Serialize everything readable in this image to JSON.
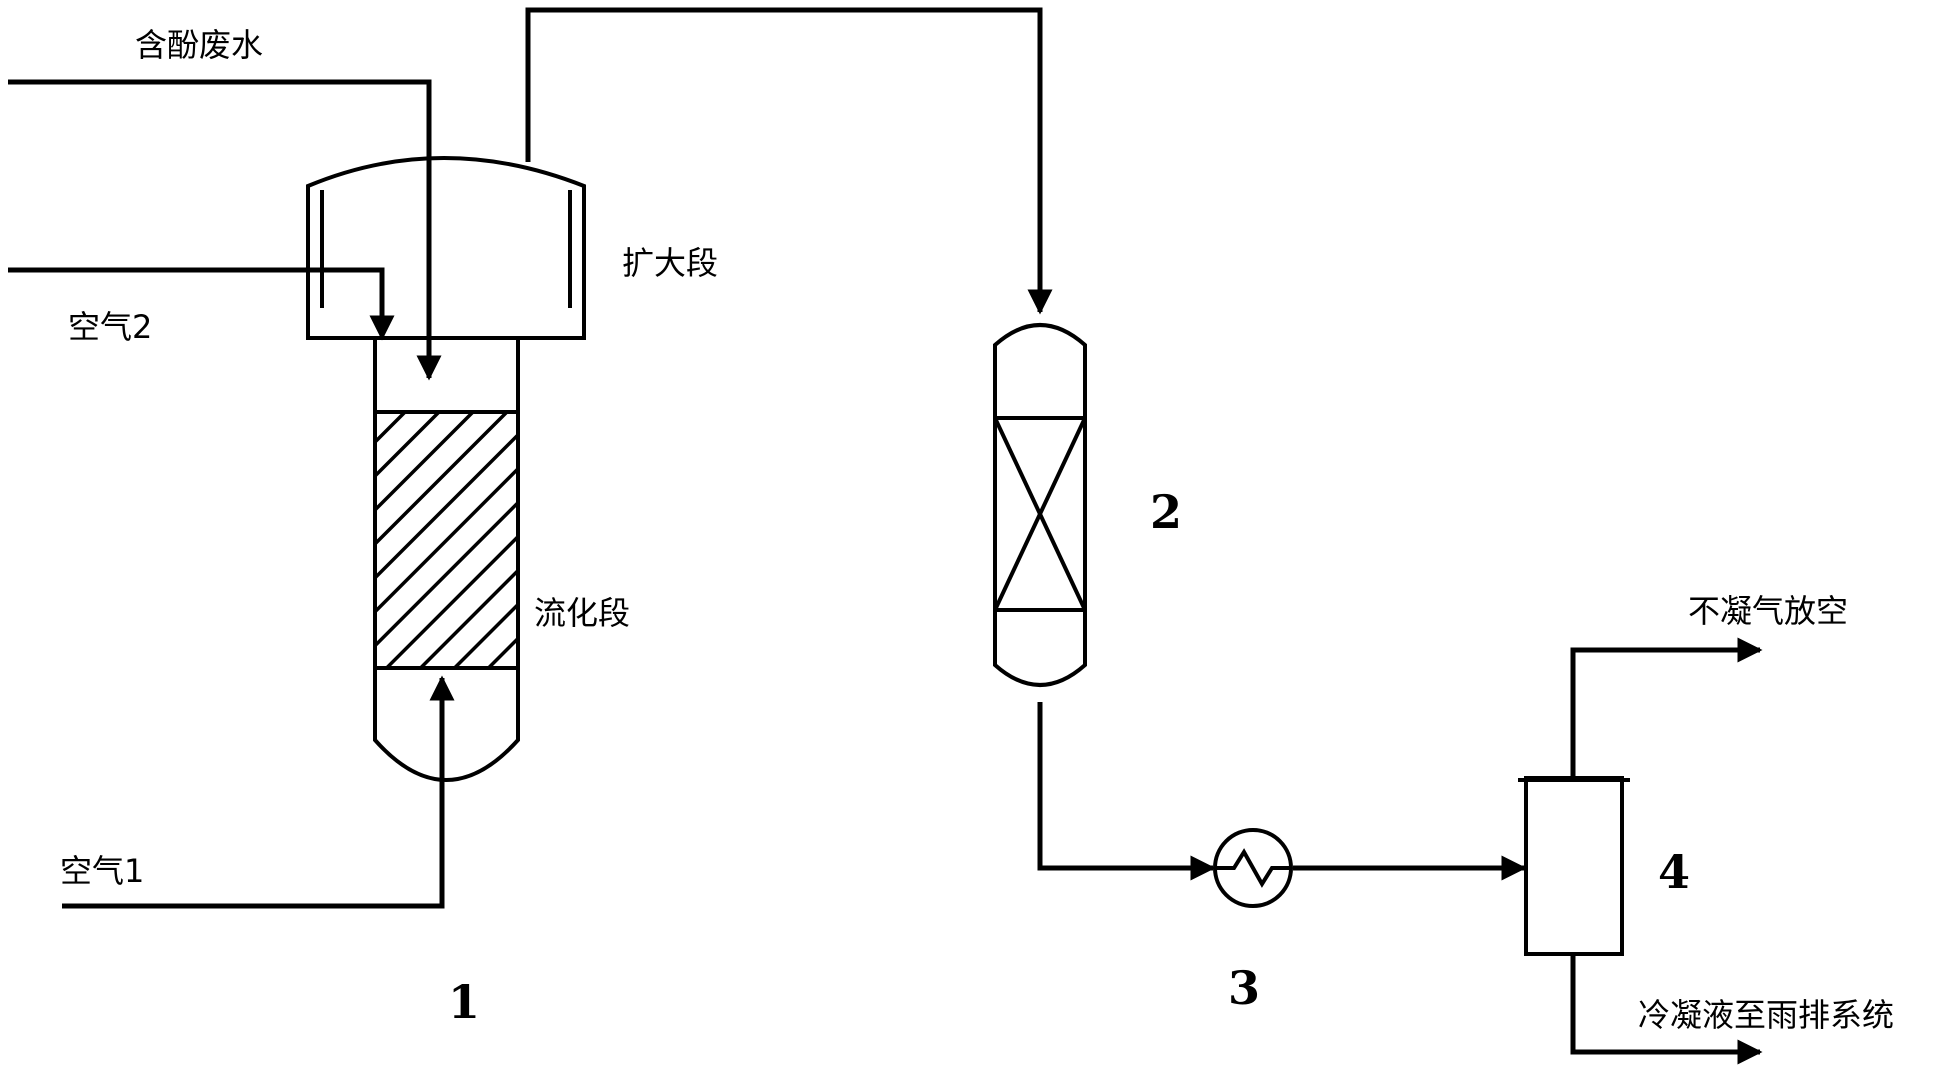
{
  "labels": {
    "phenol_wastewater": "含酚废水",
    "air_2": "空气2",
    "air_1": "空气1",
    "expansion_section": "扩大段",
    "fluidized_section": "流化段",
    "noncondensable_vent": "不凝气放空",
    "condensate_to_drain": "冷凝液至雨排系统"
  },
  "equipment_numbers": {
    "reactor": "1",
    "column": "2",
    "heat_exchanger": "3",
    "separator": "4"
  },
  "colors": {
    "line": "#000000",
    "background": "#ffffff"
  }
}
